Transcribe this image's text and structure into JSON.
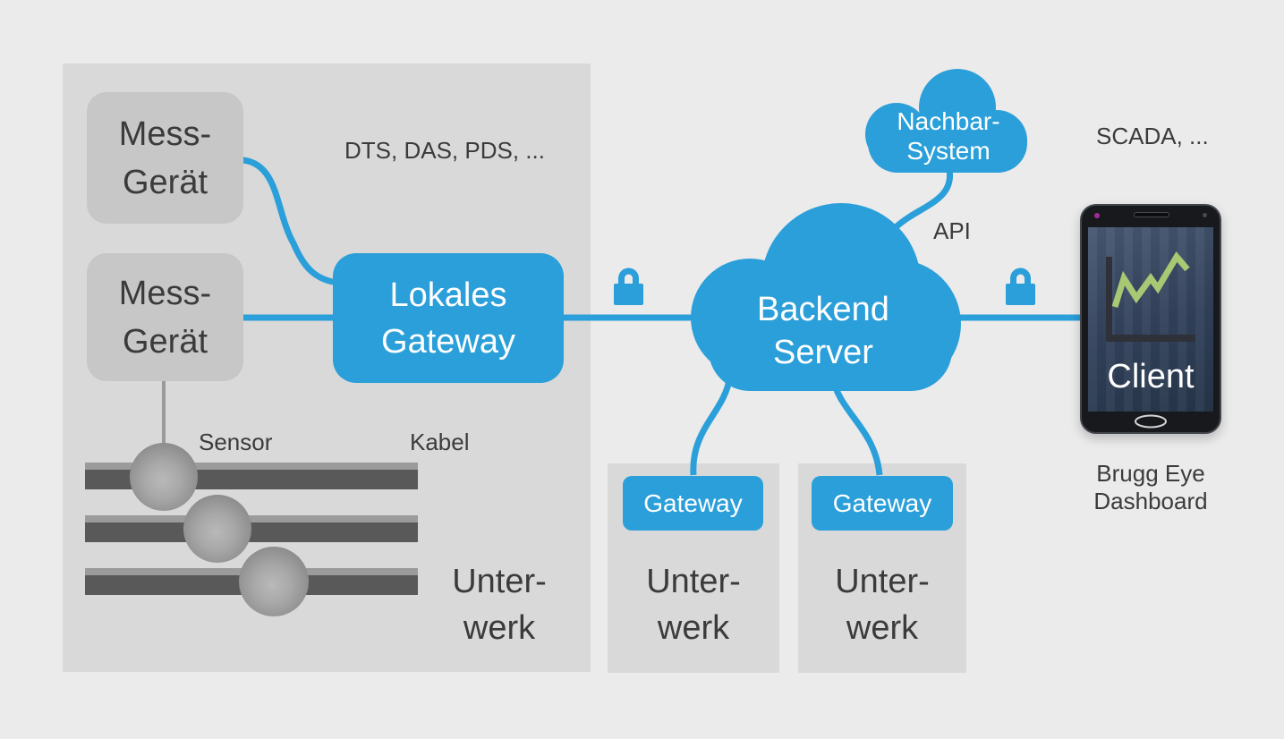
{
  "main": {
    "device1": {
      "line1": "Mess-",
      "line2": "Gerät"
    },
    "device2": {
      "line1": "Mess-",
      "line2": "Gerät"
    },
    "dts": "DTS, DAS, PDS, ...",
    "gateway": {
      "line1": "Lokales",
      "line2": "Gateway"
    },
    "sensor": "Sensor",
    "kabel": "Kabel",
    "unterwerk": {
      "line1": "Unter-",
      "line2": "werk"
    }
  },
  "cloud": {
    "backend": {
      "line1": "Backend",
      "line2": "Server"
    },
    "neighbor": {
      "line1": "Nachbar-",
      "line2": "System"
    },
    "api": "API"
  },
  "sub2": {
    "gateway": "Gateway",
    "unterwerk": {
      "line1": "Unter-",
      "line2": "werk"
    }
  },
  "sub3": {
    "gateway": "Gateway",
    "unterwerk": {
      "line1": "Unter-",
      "line2": "werk"
    }
  },
  "right": {
    "scada": "SCADA, ...",
    "client": "Client",
    "caption": {
      "line1": "Brugg Eye",
      "line2": "Dashboard"
    }
  },
  "icons": {
    "lock": "padlock-shape",
    "backend_cloud": "cloud-shape",
    "neighbor_cloud": "cloud-shape",
    "chart": "line-chart-glyph",
    "camera": "camera-dot",
    "speaker": "speaker-slit",
    "home": "home-button-outline"
  },
  "colors": {
    "accent_blue": "#2b9fd9",
    "background": "#ebebeb",
    "panel_gray": "#d9d9d9",
    "device_gray": "#c7c7c7",
    "text_dark": "#3b3b3b",
    "cable_dark": "#595959",
    "cable_light": "#9b9b9b",
    "chart_green": "#a9c873",
    "screen_navy": "#31415a"
  }
}
